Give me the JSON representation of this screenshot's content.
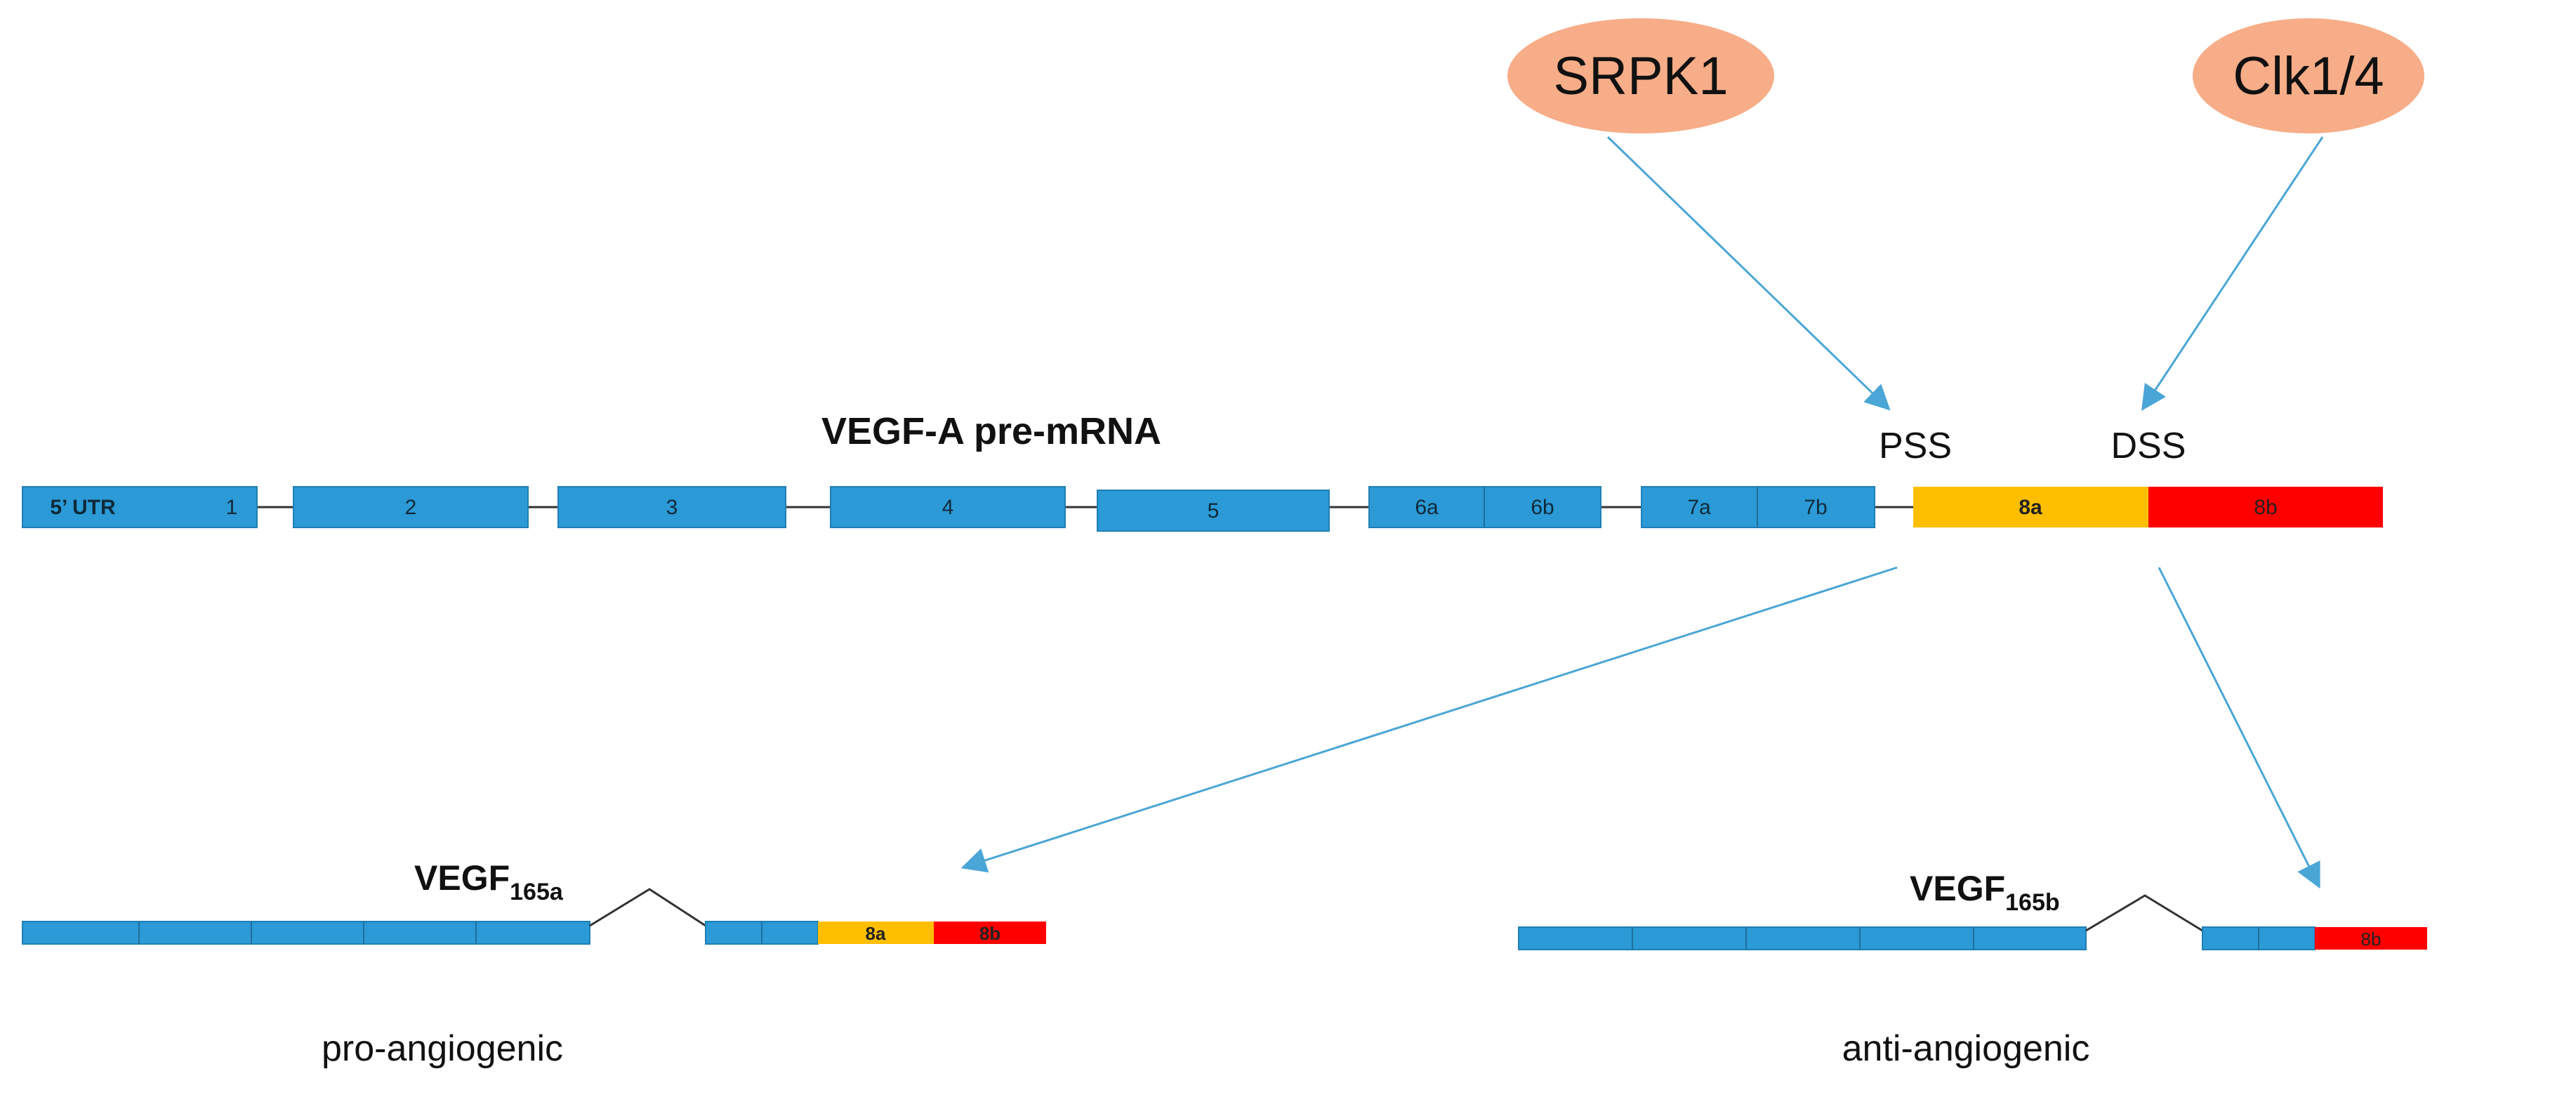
{
  "title": "VEGF-A pre-mRNA",
  "colors": {
    "exon_blue": "#2b9ad6",
    "exon_8a": "#ffbf00",
    "exon_8b": "#ff0000",
    "kinase_fill": "#f7ad88",
    "arrow": "#4aa6d6",
    "line": "#333333"
  },
  "kinases": {
    "srpk1": "SRPK1",
    "clk": "Clk1/4"
  },
  "sites": {
    "pss": "PSS",
    "dss": "DSS"
  },
  "exons": {
    "utr": "5’ UTR",
    "e1": "1",
    "e2": "2",
    "e3": "3",
    "e4": "4",
    "e5": "5",
    "e6a": "6a",
    "e6b": "6b",
    "e7a": "7a",
    "e7b": "7b",
    "e8a": "8a",
    "e8b": "8b"
  },
  "isoforms": {
    "a": {
      "base": "VEGF",
      "sub": "165a",
      "e8a": "8a",
      "e8b": "8b",
      "caption": "pro-angiogenic"
    },
    "b": {
      "base": "VEGF",
      "sub": "165b",
      "e8b": "8b",
      "caption": "anti-angiogenic"
    }
  }
}
